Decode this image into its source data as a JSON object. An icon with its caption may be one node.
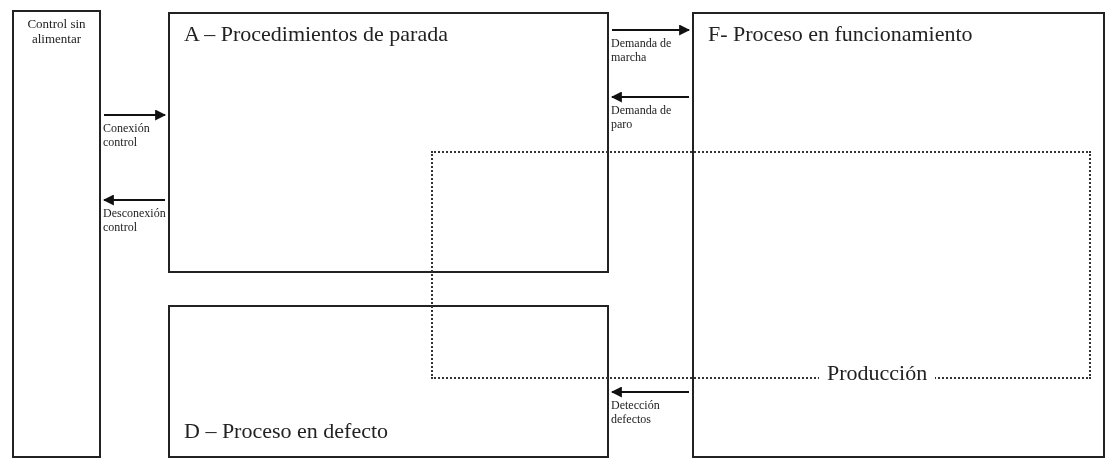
{
  "diagram": {
    "nodes": [
      {
        "text": [
          "Control sin alimentar"
        ]
      },
      {
        "text": [
          "A – Procedimientos de parada"
        ]
      },
      {
        "text": [
          "F- Proceso en funcionamiento"
        ]
      },
      {
        "text": [
          "Producción"
        ]
      },
      {
        "text": [
          "D – Proceso en defecto"
        ]
      }
    ],
    "edges": [
      {
        "from": 0,
        "to": 1,
        "arrow": "to",
        "label": "Conexión control"
      },
      {
        "from": 1,
        "to": 0,
        "arrow": "to",
        "label": "Desconexión control"
      },
      {
        "from": 1,
        "to": 2,
        "arrow": "to",
        "label": "Demanda de marcha"
      },
      {
        "from": 2,
        "to": 1,
        "arrow": "to",
        "label": "Demanda de paro"
      },
      {
        "from": 2,
        "to": 4,
        "arrow": "to",
        "label": "Detección defectos"
      }
    ]
  }
}
